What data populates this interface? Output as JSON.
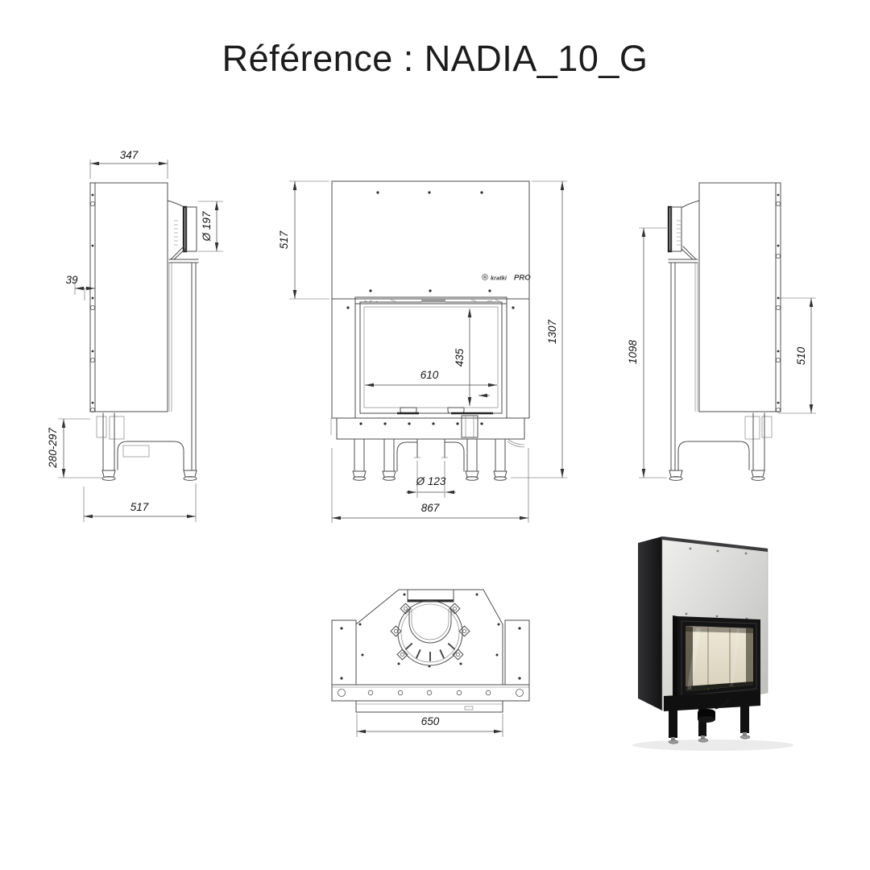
{
  "page": {
    "title": "Référence : NADIA_10_G"
  },
  "views": {
    "side_left": {
      "width_top": "347",
      "flue_diameter": "Ø 197",
      "rear_offset": "39",
      "base_height": "280-297",
      "depth": "517"
    },
    "front": {
      "hood_height": "517",
      "glass_height": "435",
      "glass_width": "610",
      "total_height": "1307",
      "air_inlet_diameter": "Ø 123",
      "total_width": "867",
      "brand_name": "kratki",
      "brand_series": "PRO"
    },
    "side_right": {
      "flue_axis_height": "1098",
      "rear_panel_height": "510"
    },
    "bottom": {
      "base_width": "650"
    }
  },
  "colors": {
    "line": "#4d4d4d",
    "text": "#141414",
    "steel_light": "#ececea",
    "steel_dark": "#bebebc",
    "body_black": "#141414",
    "firebox_cream": "#e9e1cf"
  }
}
